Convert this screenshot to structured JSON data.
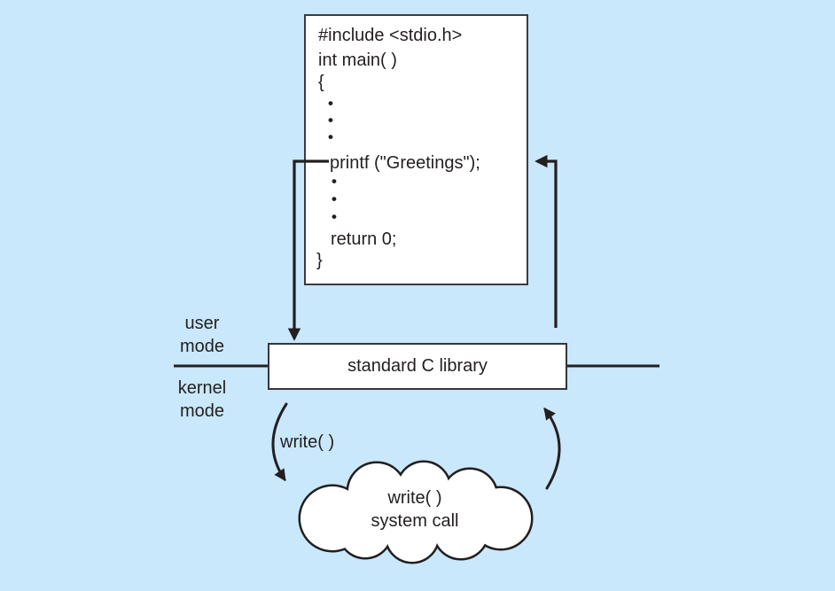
{
  "colors": {
    "background": "#c9e8fb",
    "ink": "#231f20",
    "box_fill": "#ffffff",
    "box_border": "#3b3b43"
  },
  "code_box": {
    "include_line": "#include <stdio.h>",
    "main_line": "int main( )",
    "open_brace": "{",
    "ellipsis_top": "•\n•\n•",
    "printf_line": "printf (\"Greetings\");",
    "ellipsis_bottom": "•\n•\n•",
    "return_line": "return 0;",
    "close_brace": "}"
  },
  "mode_labels": {
    "user": "user\nmode",
    "kernel": "kernel\nmode"
  },
  "library_box": {
    "label": "standard C library"
  },
  "write_call": {
    "label": "write( )"
  },
  "cloud": {
    "label": "write( )\nsystem call"
  }
}
